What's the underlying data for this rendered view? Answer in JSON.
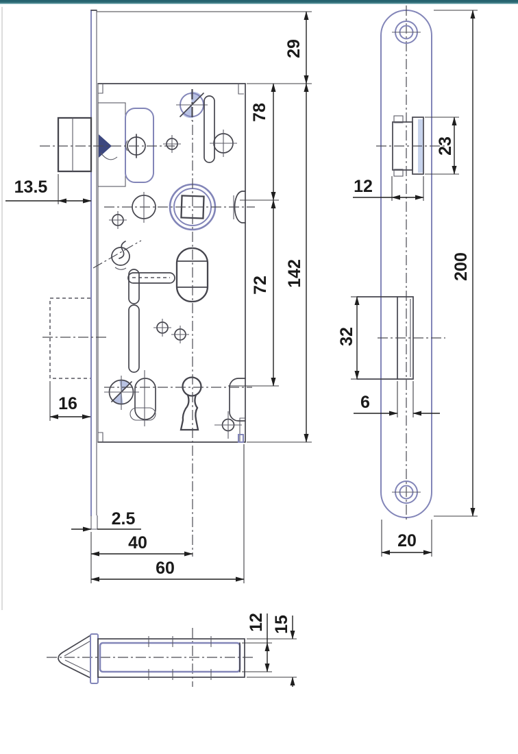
{
  "drawing_title": "mortise-lock-technical-drawing",
  "dims": {
    "front": {
      "latch_projection": "13.5",
      "top_margin": "29",
      "hub_from_top": "78",
      "hub_to_keyhole": "72",
      "case_height": "142",
      "deadbolt_throw": "16",
      "faceplate_thickness": "2.5",
      "backset": "40",
      "case_depth": "60"
    },
    "side": {
      "latch_height": "23",
      "latch_width": "12",
      "faceplate_length": "200",
      "deadbolt_height": "32",
      "deadbolt_throw": "6",
      "faceplate_width": "20"
    },
    "bottom": {
      "case_thickness": "12",
      "overall_thickness": "15"
    }
  },
  "colors": {
    "line": "#45454d",
    "accent_blue": "#8285b8",
    "dark_fill": "#3c477f",
    "light_fill": "#c7d3ec",
    "teal_bar": "#2c6b76",
    "teal_bar_light": "#a5ccd2",
    "dim_text": "#1a1a1a"
  }
}
